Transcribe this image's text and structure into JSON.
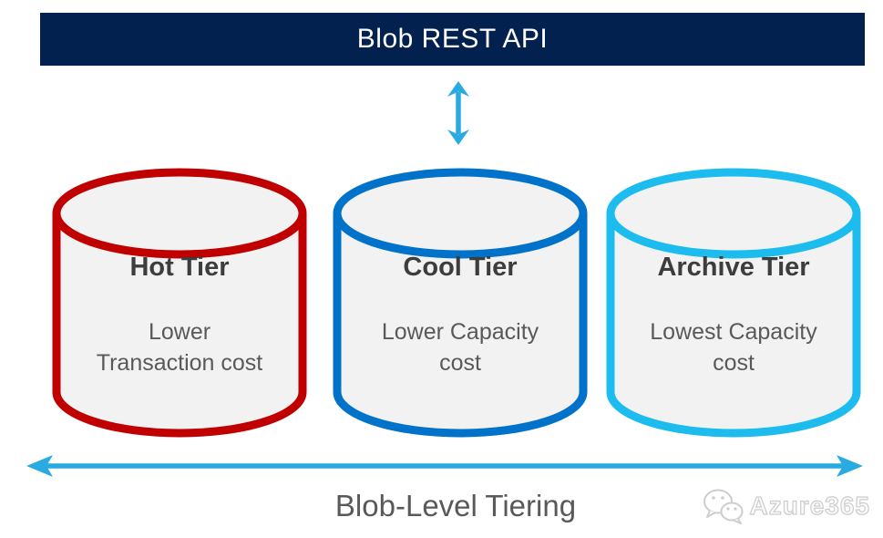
{
  "header": {
    "title": "Blob REST API"
  },
  "arrows": {
    "vertical_icon": "double-headed-vertical-arrow",
    "horizontal_icon": "double-headed-horizontal-arrow",
    "color": "#29ABE2"
  },
  "tiers": [
    {
      "name": "Hot Tier",
      "desc_line1": "Lower",
      "desc_line2": "Transaction cost",
      "color": "#C00000"
    },
    {
      "name": "Cool Tier",
      "desc_line1": "Lower Capacity",
      "desc_line2": "cost",
      "color": "#0072C9"
    },
    {
      "name": "Archive Tier",
      "desc_line1": "Lowest Capacity",
      "desc_line2": "cost",
      "color": "#1CBCEF"
    }
  ],
  "footer": {
    "label": "Blob-Level Tiering"
  },
  "watermark": {
    "label": "Azure365",
    "icon": "wechat-icon"
  },
  "colors": {
    "header_bg": "#02214E",
    "cylinder_fill": "#F2F2F2",
    "title_text": "#3D3D3D",
    "desc_text": "#595959",
    "footer_text": "#595959",
    "watermark_text": "#CDCDCD"
  }
}
